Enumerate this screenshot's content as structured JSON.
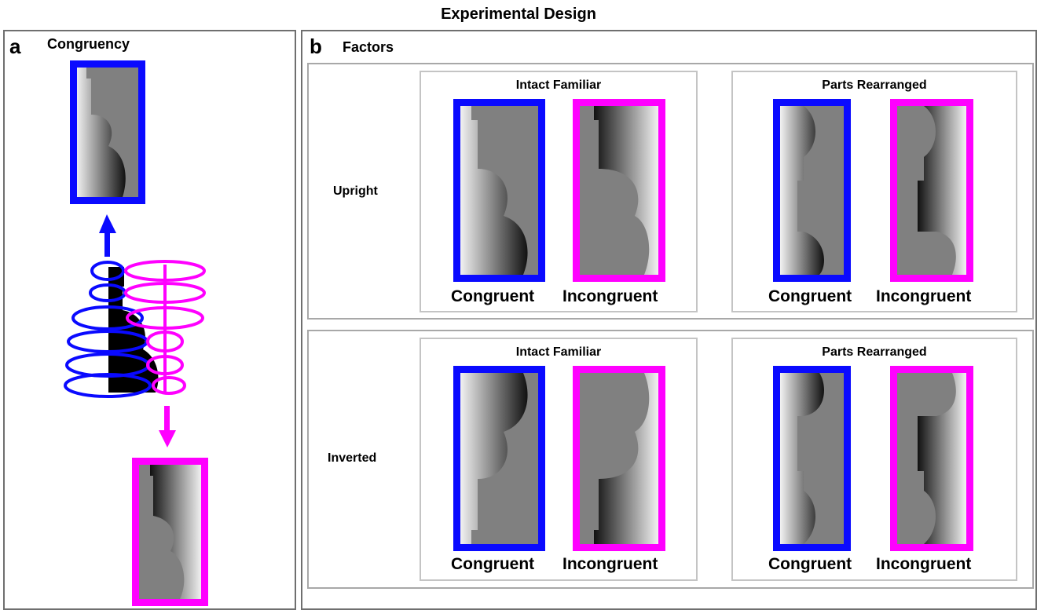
{
  "title": "Experimental Design",
  "panel_a": {
    "letter": "a",
    "title": "Congruency"
  },
  "panel_b": {
    "letter": "b",
    "title": "Factors",
    "rows": [
      {
        "label": "Upright",
        "groups": [
          {
            "label": "Intact Familiar",
            "conditions": [
              "Congruent",
              "Incongruent"
            ]
          },
          {
            "label": "Parts Rearranged",
            "conditions": [
              "Congruent",
              "Incongruent"
            ]
          }
        ]
      },
      {
        "label": "Inverted",
        "groups": [
          {
            "label": "Intact Familiar",
            "conditions": [
              "Congruent",
              "Incongruent"
            ]
          },
          {
            "label": "Parts Rearranged",
            "conditions": [
              "Congruent",
              "Incongruent"
            ]
          }
        ]
      }
    ]
  },
  "colors": {
    "congruent": "#0a0aff",
    "incongruent": "#ff00ff",
    "background_gray": "#808080"
  }
}
